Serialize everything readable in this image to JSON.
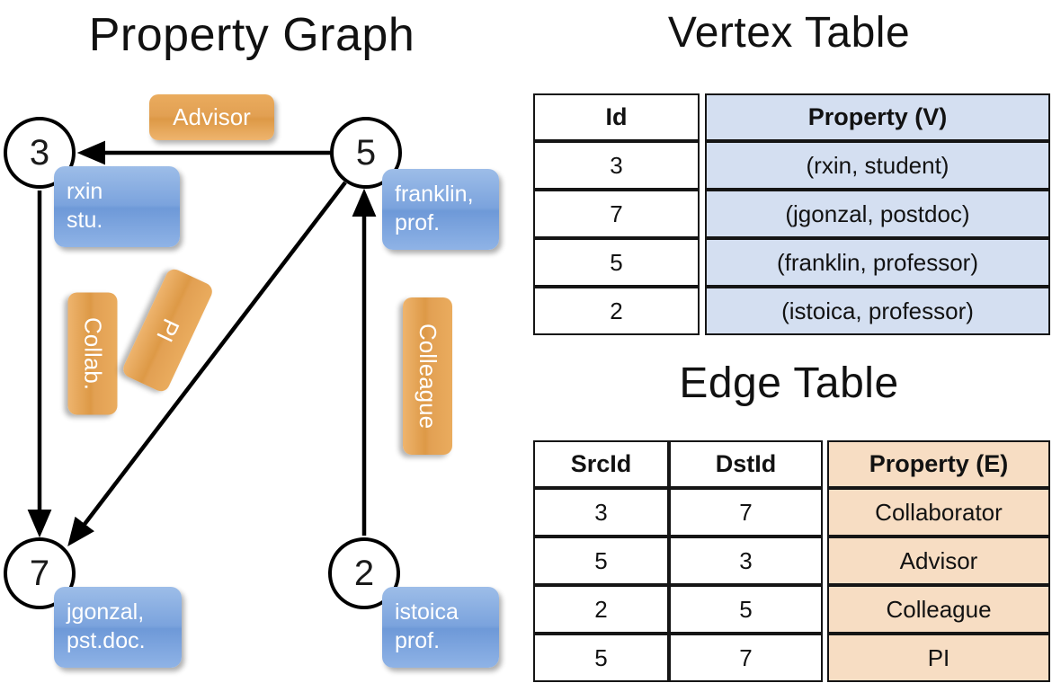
{
  "titles": {
    "graph": "Property Graph",
    "vertex_table": "Vertex Table",
    "edge_table": "Edge Table"
  },
  "graph": {
    "nodes": [
      {
        "id": "3",
        "label": "3",
        "property_lines": [
          "rxin",
          "stu."
        ]
      },
      {
        "id": "5",
        "label": "5",
        "property_lines": [
          "franklin,",
          "prof."
        ]
      },
      {
        "id": "7",
        "label": "7",
        "property_lines": [
          "jgonzal,",
          "pst.doc."
        ]
      },
      {
        "id": "2",
        "label": "2",
        "property_lines": [
          "istoica",
          "prof."
        ]
      }
    ],
    "node_property_text": {
      "rxin": "rxin\nstu.",
      "franklin": "franklin,\nprof.",
      "jgonzal": "jgonzal,\npst.doc.",
      "istoica": "istoica\nprof."
    },
    "edge_labels": {
      "advisor": "Advisor",
      "collab": "Collab.",
      "pi": "PI",
      "colleague": "Colleague"
    },
    "edges": [
      {
        "src": "5",
        "dst": "3",
        "label": "Advisor"
      },
      {
        "src": "3",
        "dst": "7",
        "label": "Collab."
      },
      {
        "src": "5",
        "dst": "7",
        "label": "PI"
      },
      {
        "src": "2",
        "dst": "5",
        "label": "Colleague"
      }
    ]
  },
  "vertex_table": {
    "columns": [
      "Id",
      "Property (V)"
    ],
    "rows": [
      {
        "id": "3",
        "property": "(rxin, student)"
      },
      {
        "id": "7",
        "property": "(jgonzal, postdoc)"
      },
      {
        "id": "5",
        "property": "(franklin, professor)"
      },
      {
        "id": "2",
        "property": "(istoica, professor)"
      }
    ]
  },
  "edge_table": {
    "columns": [
      "SrcId",
      "DstId",
      "Property (E)"
    ],
    "rows": [
      {
        "src": "3",
        "dst": "7",
        "property": "Collaborator"
      },
      {
        "src": "5",
        "dst": "3",
        "property": "Advisor"
      },
      {
        "src": "2",
        "dst": "5",
        "property": "Colleague"
      },
      {
        "src": "5",
        "dst": "7",
        "property": "PI"
      }
    ]
  },
  "colors": {
    "vertex_header_fill": "#d4dff1",
    "edge_header_fill": "#f7ddc3",
    "vertex_box_fill": "#7ba3dd",
    "edge_label_fill": "#e2a053",
    "node_stroke": "#000000",
    "background": "#ffffff"
  }
}
